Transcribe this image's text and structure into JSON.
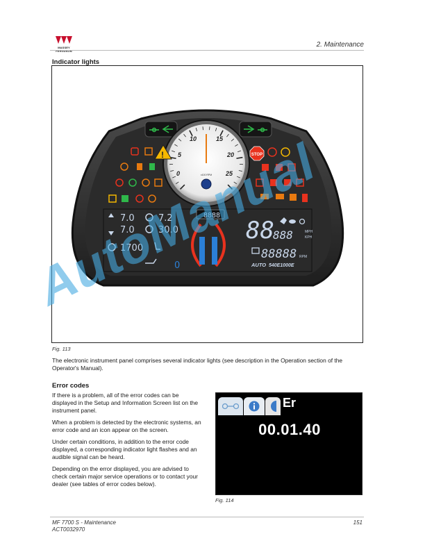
{
  "header": {
    "brand": "MASSEY FERGUSON",
    "section": "2. Maintenance"
  },
  "indicator_lights": {
    "title": "Indicator lights",
    "figure_caption": "Fig. 113",
    "description": "The electronic instrument panel comprises several indicator lights (see description in the Operation section of the Operator's Manual).",
    "dashboard": {
      "tach_labels": [
        "0",
        "5",
        "10",
        "15",
        "20",
        "25"
      ],
      "tach_unit": "x100 RPM",
      "odometer": "8888",
      "readout_a1": "7.0",
      "readout_a2": "7.2",
      "readout_b1": "7.0",
      "readout_b2": "30.0",
      "readout_c": "1700",
      "readout_zero": "0",
      "speed_digits": "88",
      "speed_small": "888",
      "unit_mph": "MPH",
      "unit_kph": "KPH",
      "rpm_digits": "88888",
      "unit_rpm": "RPM",
      "mode_auto": "AUTO",
      "pto_mode": "540E1000E",
      "stop_label": "STOP",
      "colors": {
        "green": "#2fb84a",
        "red": "#e8321e",
        "amber": "#f5b800",
        "orange": "#e87a10",
        "lcd": "#c9d7ea",
        "blue": "#2b7fd6"
      }
    }
  },
  "error_codes": {
    "title": "Error codes",
    "paragraphs": [
      "If there is a problem, all of the error codes can be displayed in the Setup and Information Screen list on the instrument panel.",
      "When a problem is detected by the electronic systems, an error code and an icon appear on the screen.",
      "Under certain conditions, in addition to the error code displayed, a corresponding indicator light flashes and an audible signal can be heard.",
      "Depending on the error displayed, you are advised to check certain major service operations or to contact your dealer (see tables of error codes below)."
    ],
    "screen": {
      "tab_icons": [
        "axle-icon",
        "info-icon",
        "partial-tab-icon"
      ],
      "active_tab": "Er",
      "code": "00.01.40"
    },
    "figure_caption": "Fig. 114"
  },
  "footer": {
    "doc_title": "MF 7700 S - Maintenance",
    "doc_code": "ACT0032970",
    "page_number": "151"
  },
  "watermark": "AutoManual"
}
